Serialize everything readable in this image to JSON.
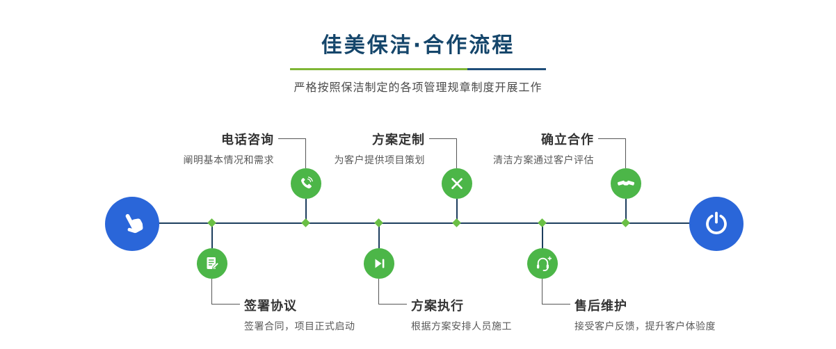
{
  "header": {
    "title": "佳美保洁·合作流程",
    "subtitle": "严格按照保洁制定的各项管理规章制度开展工作"
  },
  "steps": {
    "top": [
      {
        "title": "电话咨询",
        "desc": "阐明基本情况和需求",
        "icon": "phone-icon"
      },
      {
        "title": "方案定制",
        "desc": "为客户提供项目策划",
        "icon": "design-tools-icon"
      },
      {
        "title": "确立合作",
        "desc": "清洁方案通过客户评估",
        "icon": "handshake-icon"
      }
    ],
    "bottom": [
      {
        "title": "签署协议",
        "desc": "签署合同，项目正式启动",
        "icon": "contract-icon"
      },
      {
        "title": "方案执行",
        "desc": "根据方案安排人员施工",
        "icon": "play-next-icon"
      },
      {
        "title": "售后维护",
        "desc": "接受客户反馈，提升客户体验度",
        "icon": "headset-icon"
      }
    ]
  },
  "timeline": {
    "start_icon": "pointing-hand-icon",
    "end_icon": "power-icon"
  },
  "colors": {
    "title_navy": "#15466b",
    "line_navy": "#1d3e5e",
    "node_green": "#4cb648",
    "diamond_green": "#6abf45",
    "endpoint_blue": "#2a66d9",
    "divider_green": "#7fb636",
    "divider_blue": "#1f4e79",
    "label_dark": "#333333",
    "desc_gray": "#595959"
  }
}
